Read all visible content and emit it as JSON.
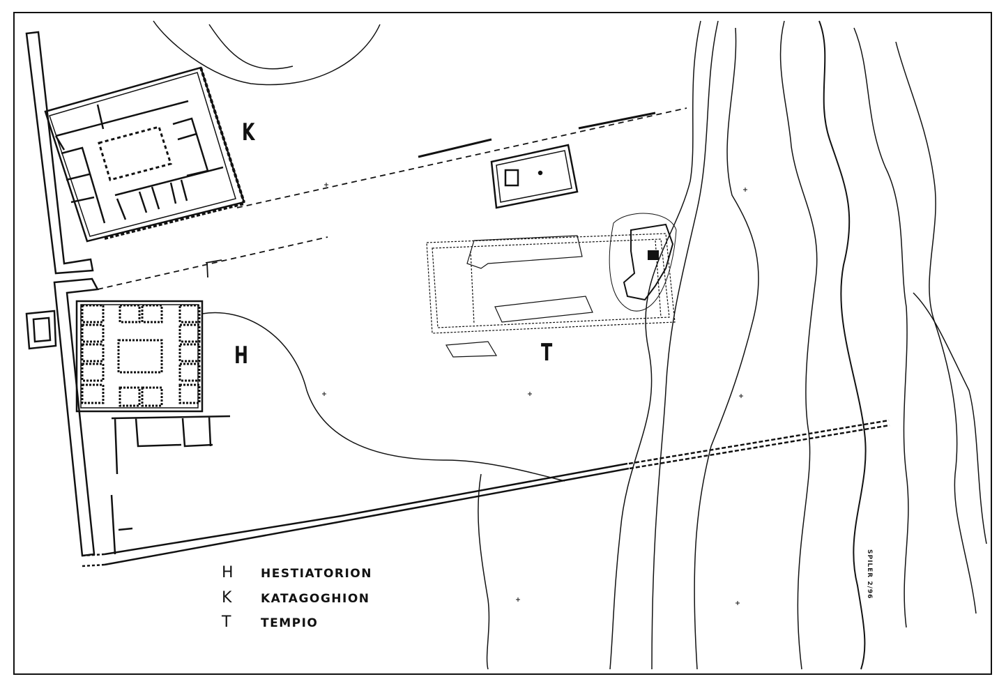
{
  "plan": {
    "labels": {
      "k": "K",
      "h": "H",
      "t": "T"
    },
    "legend": [
      {
        "key": "H",
        "name": "HESTIATORION"
      },
      {
        "key": "K",
        "name": "KATAGOGHION"
      },
      {
        "key": "T",
        "name": "TEMPIO"
      }
    ],
    "signature": "SPILER 2/96",
    "colors": {
      "ink": "#111111",
      "paper": "#ffffff"
    }
  }
}
